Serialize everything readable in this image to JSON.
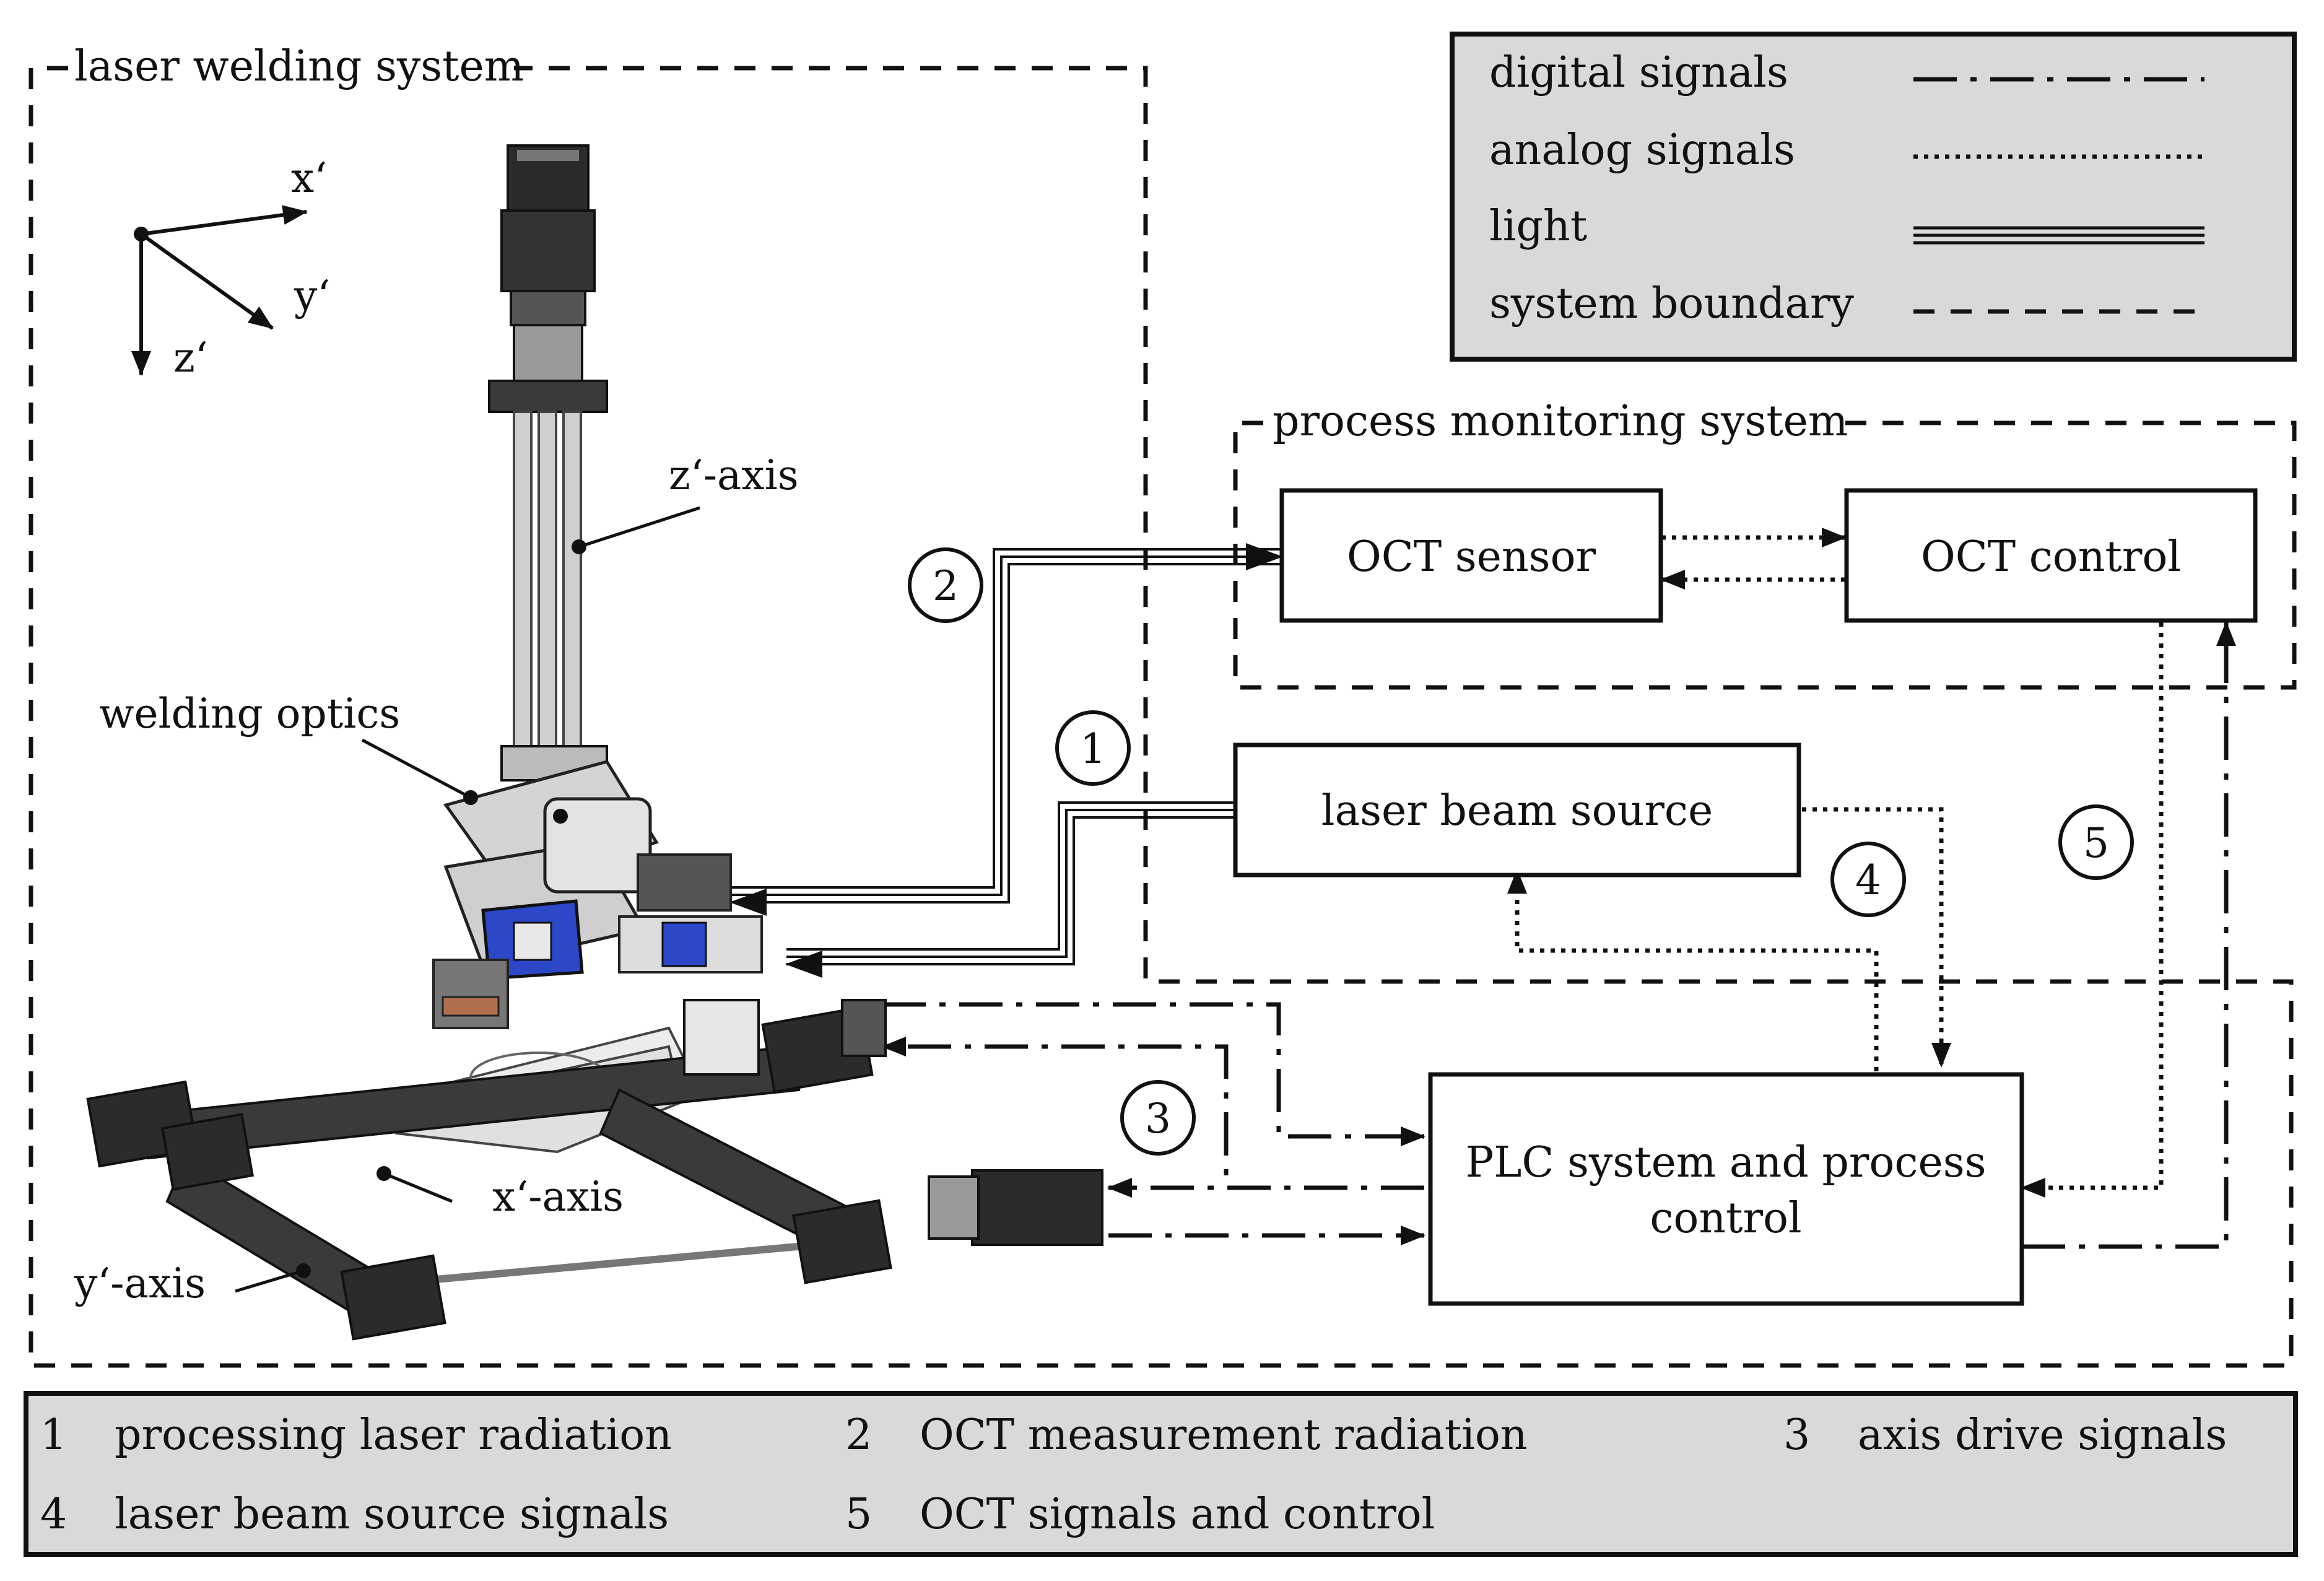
{
  "legend": {
    "items": [
      {
        "label": "digital signals",
        "style": "dash-dot"
      },
      {
        "label": "analog signals",
        "style": "dotted"
      },
      {
        "label": "light",
        "style": "triple-line"
      },
      {
        "label": "system boundary",
        "style": "dashed"
      }
    ],
    "background": "#d9d9d9"
  },
  "systems": {
    "laser_welding": "laser welding system",
    "process_monitoring": "process monitoring system"
  },
  "blocks": {
    "oct_sensor": "OCT sensor",
    "oct_control": "OCT control",
    "laser_beam_source": "laser beam source",
    "plc_line1": "PLC system and process",
    "plc_line2": "control"
  },
  "axes": {
    "x": "x‘",
    "y": "y‘",
    "z": "z‘"
  },
  "machine_labels": {
    "z_axis": "z‘-axis",
    "welding_optics": "welding optics",
    "x_axis": "x‘-axis",
    "y_axis": "y‘-axis"
  },
  "circle_numbers": {
    "n1": "1",
    "n2": "2",
    "n3": "3",
    "n4": "4",
    "n5": "5"
  },
  "key": [
    {
      "num": "1",
      "text": "processing laser radiation"
    },
    {
      "num": "2",
      "text": "OCT measurement radiation"
    },
    {
      "num": "3",
      "text": "axis drive signals"
    },
    {
      "num": "4",
      "text": "laser beam source signals"
    },
    {
      "num": "5",
      "text": "OCT signals and control"
    }
  ],
  "colors": {
    "machine_dark": "#2b2b2b",
    "machine_light": "#d4d4d4",
    "optics_blue": "#2c47c8",
    "legend_fill": "#d9d9d9"
  }
}
